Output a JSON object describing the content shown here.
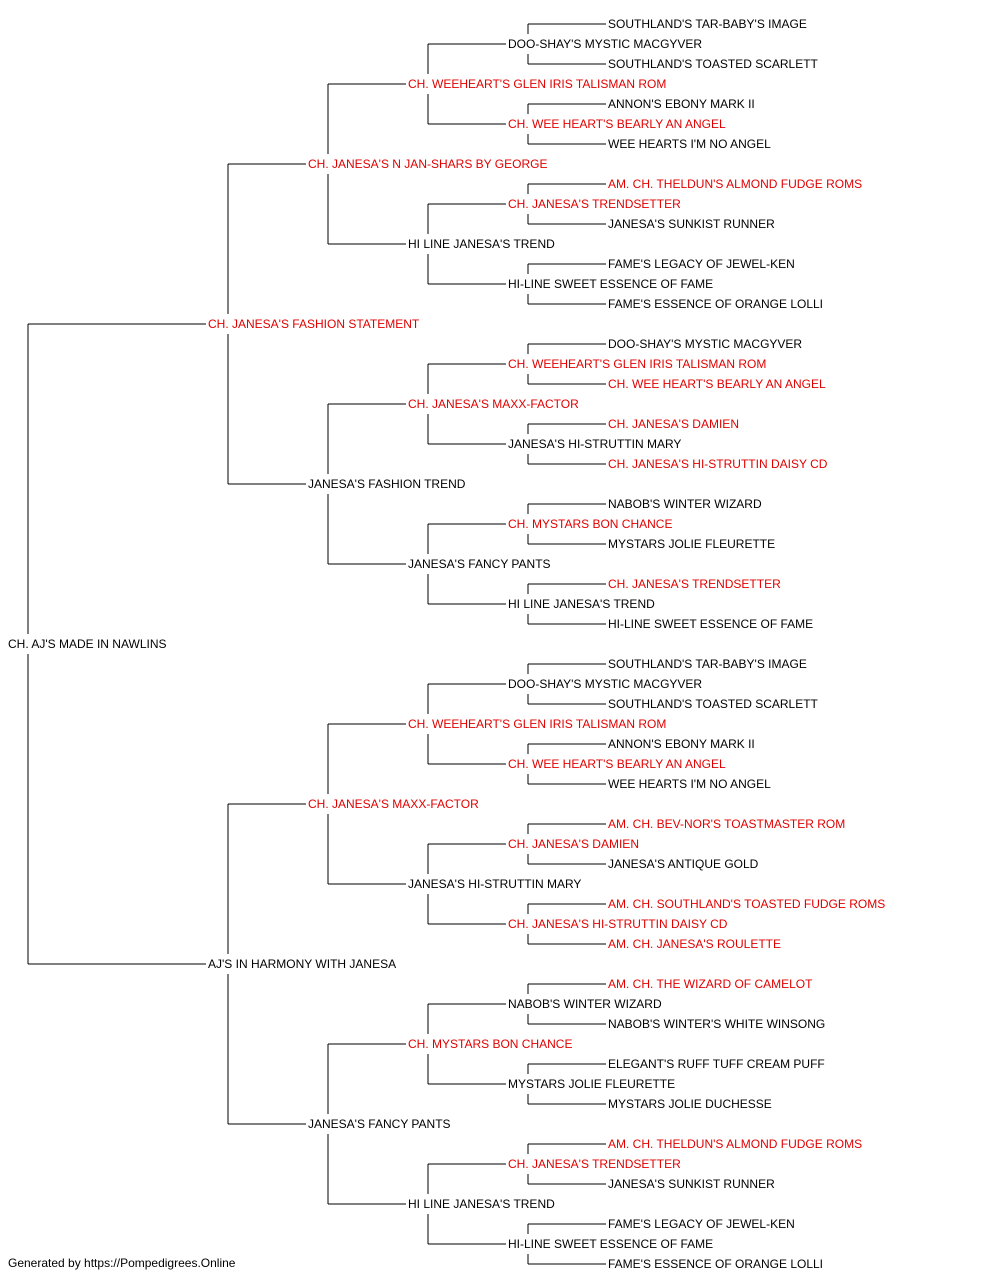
{
  "colors": {
    "champion": "#e10000",
    "regular": "#000000",
    "line": "#000000"
  },
  "pedigree": {
    "subject": {
      "name": "CH. AJ'S MADE IN NAWLINS",
      "ch": false
    },
    "sire": {
      "name": "CH. JANESA'S FASHION STATEMENT",
      "ch": true,
      "sire": {
        "name": "CH. JANESA'S N JAN-SHARS BY GEORGE",
        "ch": true,
        "sire": {
          "name": "CH. WEEHEART'S GLEN IRIS TALISMAN ROM",
          "ch": true,
          "sire": {
            "name": "DOO-SHAY'S MYSTIC MACGYVER",
            "ch": false,
            "sire": {
              "name": "SOUTHLAND'S TAR-BABY'S IMAGE",
              "ch": false
            },
            "dam": {
              "name": "SOUTHLAND'S TOASTED SCARLETT",
              "ch": false
            }
          },
          "dam": {
            "name": "CH. WEE HEART'S BEARLY AN ANGEL",
            "ch": true,
            "sire": {
              "name": "ANNON'S EBONY MARK II",
              "ch": false
            },
            "dam": {
              "name": "WEE HEARTS I'M NO ANGEL",
              "ch": false
            }
          }
        },
        "dam": {
          "name": "HI LINE JANESA'S TREND",
          "ch": false,
          "sire": {
            "name": "CH. JANESA'S TRENDSETTER",
            "ch": true,
            "sire": {
              "name": "AM. CH. THELDUN'S ALMOND FUDGE ROMS",
              "ch": true
            },
            "dam": {
              "name": "JANESA'S SUNKIST RUNNER",
              "ch": false
            }
          },
          "dam": {
            "name": "HI-LINE SWEET ESSENCE OF FAME",
            "ch": false,
            "sire": {
              "name": "FAME'S LEGACY OF JEWEL-KEN",
              "ch": false
            },
            "dam": {
              "name": "FAME'S ESSENCE OF ORANGE LOLLI",
              "ch": false
            }
          }
        }
      },
      "dam": {
        "name": "JANESA'S FASHION TREND",
        "ch": false,
        "sire": {
          "name": "CH. JANESA'S MAXX-FACTOR",
          "ch": true,
          "sire": {
            "name": "CH. WEEHEART'S GLEN IRIS TALISMAN ROM",
            "ch": true,
            "sire": {
              "name": "DOO-SHAY'S MYSTIC MACGYVER",
              "ch": false
            },
            "dam": {
              "name": "CH. WEE HEART'S BEARLY AN ANGEL",
              "ch": true
            }
          },
          "dam": {
            "name": "JANESA'S HI-STRUTTIN MARY",
            "ch": false,
            "sire": {
              "name": "CH. JANESA'S DAMIEN",
              "ch": true
            },
            "dam": {
              "name": "CH. JANESA'S HI-STRUTTIN DAISY CD",
              "ch": true
            }
          }
        },
        "dam": {
          "name": "JANESA'S FANCY PANTS",
          "ch": false,
          "sire": {
            "name": "CH. MYSTARS BON CHANCE",
            "ch": true,
            "sire": {
              "name": "NABOB'S WINTER WIZARD",
              "ch": false
            },
            "dam": {
              "name": "MYSTARS JOLIE FLEURETTE",
              "ch": false
            }
          },
          "dam": {
            "name": "HI LINE JANESA'S TREND",
            "ch": false,
            "sire": {
              "name": "CH. JANESA'S TRENDSETTER",
              "ch": true
            },
            "dam": {
              "name": "HI-LINE SWEET ESSENCE OF FAME",
              "ch": false
            }
          }
        }
      }
    },
    "dam": {
      "name": "AJ'S IN HARMONY WITH JANESA",
      "ch": false,
      "sire": {
        "name": "CH. JANESA'S MAXX-FACTOR",
        "ch": true,
        "sire": {
          "name": "CH. WEEHEART'S GLEN IRIS TALISMAN ROM",
          "ch": true,
          "sire": {
            "name": "DOO-SHAY'S MYSTIC MACGYVER",
            "ch": false,
            "sire": {
              "name": "SOUTHLAND'S TAR-BABY'S IMAGE",
              "ch": false
            },
            "dam": {
              "name": "SOUTHLAND'S TOASTED SCARLETT",
              "ch": false
            }
          },
          "dam": {
            "name": "CH. WEE HEART'S BEARLY AN ANGEL",
            "ch": true,
            "sire": {
              "name": "ANNON'S EBONY MARK II",
              "ch": false
            },
            "dam": {
              "name": "WEE HEARTS I'M NO ANGEL",
              "ch": false
            }
          }
        },
        "dam": {
          "name": "JANESA'S HI-STRUTTIN MARY",
          "ch": false,
          "sire": {
            "name": "CH. JANESA'S DAMIEN",
            "ch": true,
            "sire": {
              "name": "AM. CH. BEV-NOR'S TOASTMASTER ROM",
              "ch": true
            },
            "dam": {
              "name": "JANESA'S ANTIQUE GOLD",
              "ch": false
            }
          },
          "dam": {
            "name": "CH. JANESA'S HI-STRUTTIN DAISY CD",
            "ch": true,
            "sire": {
              "name": "AM. CH. SOUTHLAND'S TOASTED FUDGE ROMS",
              "ch": true
            },
            "dam": {
              "name": "AM. CH. JANESA'S ROULETTE",
              "ch": true
            }
          }
        }
      },
      "dam": {
        "name": "JANESA'S FANCY PANTS",
        "ch": false,
        "sire": {
          "name": "CH. MYSTARS BON CHANCE",
          "ch": true,
          "sire": {
            "name": "NABOB'S WINTER WIZARD",
            "ch": false,
            "sire": {
              "name": "AM. CH. THE WIZARD OF CAMELOT",
              "ch": true
            },
            "dam": {
              "name": "NABOB'S WINTER'S WHITE WINSONG",
              "ch": false
            }
          },
          "dam": {
            "name": "MYSTARS JOLIE FLEURETTE",
            "ch": false,
            "sire": {
              "name": "ELEGANT'S RUFF TUFF CREAM PUFF",
              "ch": false
            },
            "dam": {
              "name": "MYSTARS JOLIE DUCHESSE",
              "ch": false
            }
          }
        },
        "dam": {
          "name": "HI LINE JANESA'S TREND",
          "ch": false,
          "sire": {
            "name": "CH. JANESA'S TRENDSETTER",
            "ch": true,
            "sire": {
              "name": "AM. CH. THELDUN'S ALMOND FUDGE ROMS",
              "ch": true
            },
            "dam": {
              "name": "JANESA'S SUNKIST RUNNER",
              "ch": false
            }
          },
          "dam": {
            "name": "HI-LINE SWEET ESSENCE OF FAME",
            "ch": false,
            "sire": {
              "name": "FAME'S LEGACY OF JEWEL-KEN",
              "ch": false
            },
            "dam": {
              "name": "FAME'S ESSENCE OF ORANGE LOLLI",
              "ch": false
            }
          }
        }
      }
    }
  },
  "footer": {
    "text": "Generated by https://Pompedigrees.Online"
  }
}
